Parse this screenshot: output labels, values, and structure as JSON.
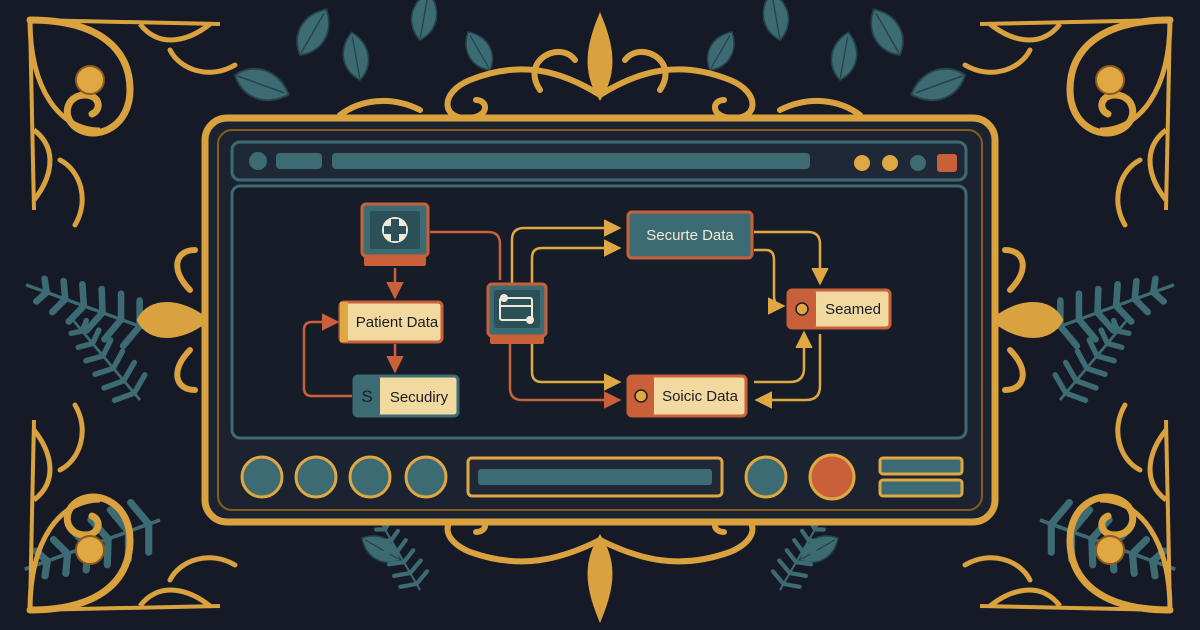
{
  "colors": {
    "background": "#151a26",
    "gold": "#d9a23f",
    "gold_dark": "#8a5a1e",
    "teal": "#3d6b73",
    "teal_light": "#4f8a90",
    "rust": "#c9603a",
    "cream": "#f2d9a0",
    "panel": "#1b2230"
  },
  "window": {
    "toolbar": {
      "left_icons": [
        "dot-icon",
        "tab-icon"
      ],
      "address_bar": "",
      "right_icons": [
        "dot-icon",
        "dot-icon",
        "dot-icon",
        "close-icon"
      ]
    },
    "bottom_bar": {
      "circle_buttons": 4,
      "slider": "",
      "round_buttons": [
        "circle-button",
        "record-button"
      ],
      "menu_icon": "menu-lines-icon"
    }
  },
  "diagram": {
    "nodes": {
      "source": {
        "icon": "gear-cross-icon"
      },
      "patient": {
        "label": "Patient Data"
      },
      "security": {
        "label": "Secudiry",
        "badge": "S"
      },
      "hub": {
        "icon": "folder-network-icon"
      },
      "secure": {
        "label": "Securte Data"
      },
      "seamed": {
        "label": "Seamed"
      },
      "soicic": {
        "label": "Soicic Data"
      }
    }
  }
}
